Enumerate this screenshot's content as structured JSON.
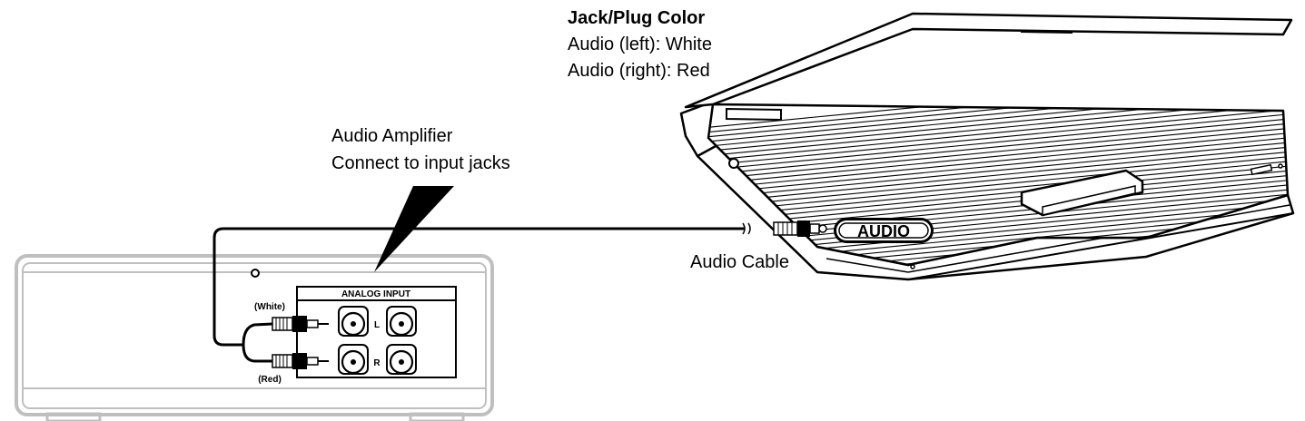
{
  "legend": {
    "heading": "Jack/Plug Color",
    "lines": [
      "Audio (left): White",
      "Audio (right): Red"
    ]
  },
  "callout": {
    "lines": [
      "Audio Amplifier",
      "Connect to input jacks"
    ]
  },
  "cable_label": "Audio Cable",
  "laptop_port_label": "AUDIO",
  "amplifier": {
    "panel_title": "ANALOG INPUT",
    "channel_left": "L",
    "channel_right": "R",
    "plug_white": "(White)",
    "plug_red": "(Red)"
  }
}
